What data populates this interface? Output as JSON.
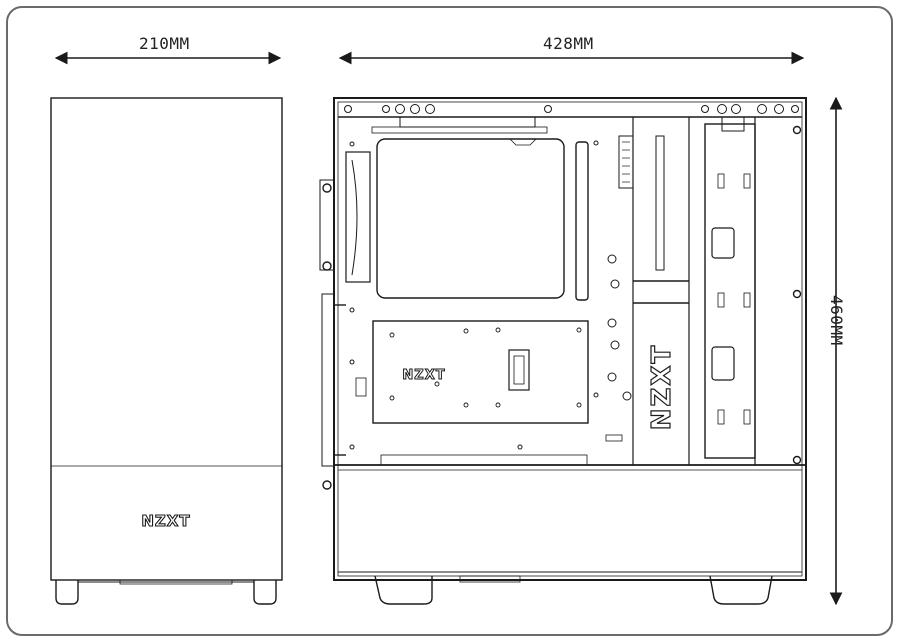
{
  "dimensions": {
    "width_label": "210MM",
    "depth_label": "428MM",
    "height_label": "460MM"
  },
  "brand": {
    "logo_text": "NZXT"
  },
  "colors": {
    "line": "#1a1a1a",
    "frame": "#6a6a6a",
    "background": "#ffffff"
  }
}
